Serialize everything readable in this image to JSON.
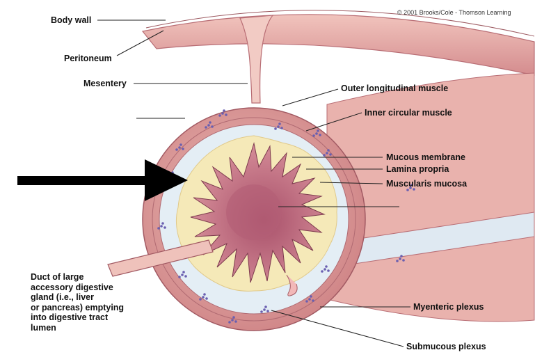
{
  "credit": "© 2001 Brooks/Cole - Thomson Learning",
  "labels": {
    "body_wall": "Body wall",
    "peritoneum": "Peritoneum",
    "mesentery": "Mesentery",
    "outer_longitudinal_muscle": "Outer longitudinal muscle",
    "inner_circular_muscle": "Inner circular muscle",
    "mucous_membrane": "Mucous membrane",
    "lamina_propria": "Lamina propria",
    "muscularis_mucosa": "Muscularis mucosa",
    "myenteric_plexus": "Myenteric plexus",
    "submucous_plexus": "Submucous plexus",
    "duct": [
      "Duct of large",
      "accessory digestive",
      "gland (i.e., liver",
      "or pancreas) emptying",
      "into digestive tract",
      "lumen"
    ]
  },
  "colors": {
    "muscle_outer": "#d58e8f",
    "muscle_inner": "#e7b2ac",
    "submucosa": "#e3eef5",
    "mucosa": "#c9808f",
    "lamina_outline": "#f3e7b4",
    "plexus": "#6a5fb0",
    "arrow": "#000000"
  }
}
